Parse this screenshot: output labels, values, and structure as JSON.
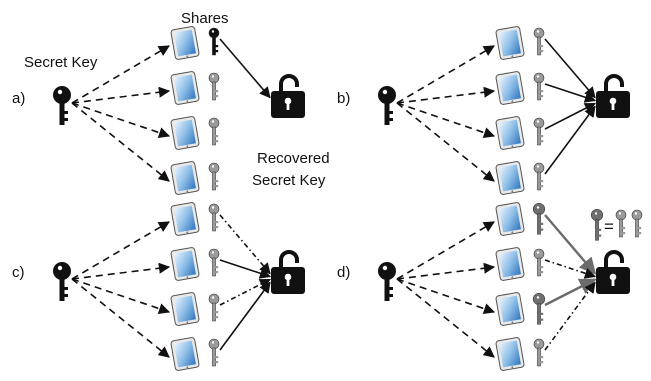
{
  "labels": {
    "shares": "Shares",
    "secret_key": "Secret Key",
    "recovered_1": "Recovered",
    "recovered_2": "Secret Key",
    "eq": "="
  },
  "panels": [
    {
      "id": "a",
      "label": "a)"
    },
    {
      "id": "b",
      "label": "b)"
    },
    {
      "id": "c",
      "label": "c)"
    },
    {
      "id": "d",
      "label": "d)"
    }
  ],
  "colors": {
    "ink": "#111111",
    "device_light": "#cfe4f7",
    "device_dark": "#3a7fc4",
    "key_grey": "#9a9a9a",
    "key_dark_grey": "#6f6f6f",
    "arrow_grey": "#6b6b6b"
  }
}
